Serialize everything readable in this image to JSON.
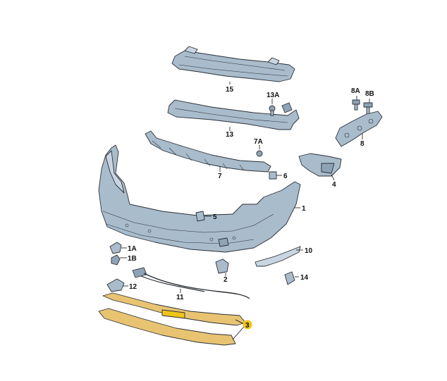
{
  "colors": {
    "part_fill": "#a9bccc",
    "part_fill_light": "#c9d6e1",
    "part_fill_dark": "#8ea4b6",
    "highlight_fill": "#e8c472",
    "highlight_marker": "#f0c419",
    "outline": "#2a2f36"
  },
  "labels": {
    "p15": "15",
    "p13a": "13A",
    "p13": "13",
    "p8a": "8A",
    "p8b": "8B",
    "p8": "8",
    "p7a": "7A",
    "p7": "7",
    "p6": "6",
    "p4": "4",
    "p1": "1",
    "p5": "5",
    "p1a": "1A",
    "p1b": "1B",
    "p10": "10",
    "p2": "2",
    "p14": "14",
    "p12": "12",
    "p11": "11",
    "p3": "3"
  }
}
